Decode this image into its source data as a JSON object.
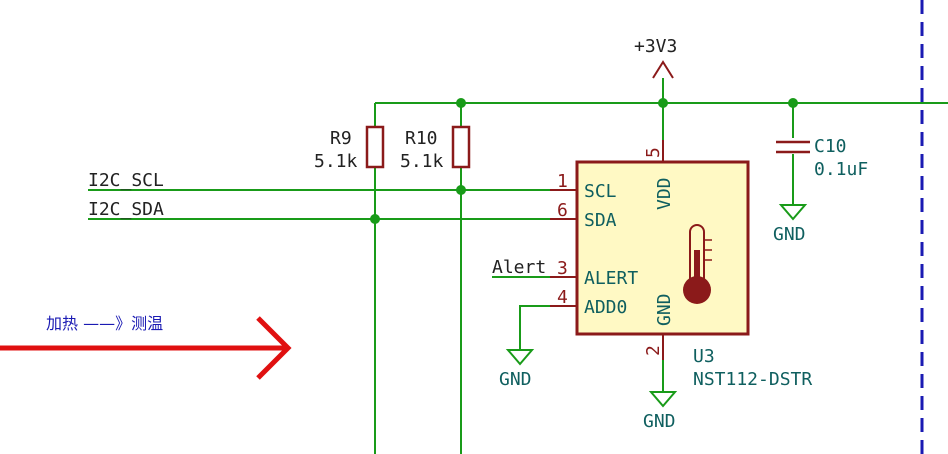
{
  "power": {
    "label": "+3V3"
  },
  "components": {
    "r9": {
      "ref": "R9",
      "value": "5.1k"
    },
    "r10": {
      "ref": "R10",
      "value": "5.1k"
    },
    "c10": {
      "ref": "C10",
      "value": "0.1uF"
    }
  },
  "nets": {
    "scl": "I2C_SCL",
    "sda": "I2C_SDA",
    "alert": "Alert"
  },
  "u3": {
    "ref": "U3",
    "part": "NST112-DSTR",
    "pins": [
      {
        "num": "1",
        "name": "SCL"
      },
      {
        "num": "6",
        "name": "SDA"
      },
      {
        "num": "3",
        "name": "ALERT"
      },
      {
        "num": "4",
        "name": "ADD0"
      },
      {
        "num": "5",
        "name": "VDD"
      },
      {
        "num": "2",
        "name": "GND"
      }
    ]
  },
  "gnd_labels": [
    "GND",
    "GND",
    "GND"
  ],
  "annotation": {
    "text": "加热 ——》测温"
  },
  "colors": {
    "wire": "#199b19",
    "component": "#8b1a1a",
    "ic_fill": "#fff9c4",
    "text_teal": "#0f5f5f",
    "border": "#1a1ab3",
    "arrow": "#e01010"
  }
}
